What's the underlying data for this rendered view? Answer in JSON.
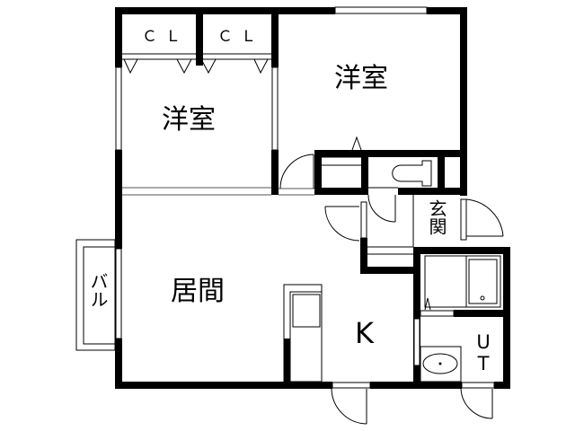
{
  "floorplan": {
    "rooms": {
      "closet_left": "ＣＬ",
      "closet_right": "ＣＬ",
      "western_room_left": "洋室",
      "western_room_right": "洋室",
      "living": "居間",
      "kitchen": "K",
      "entrance": "玄関",
      "utility": "UT",
      "balcony": "バル"
    },
    "colors": {
      "wall": "#000000",
      "background": "#ffffff"
    }
  }
}
